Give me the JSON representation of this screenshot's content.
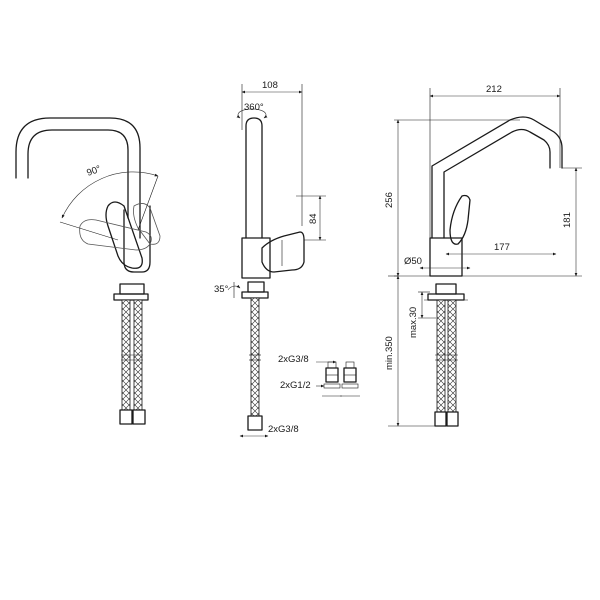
{
  "front_view": {
    "rotation_angle": "90°"
  },
  "side_view": {
    "width_dim": "108",
    "swivel_angle": "360°",
    "lever_height_dim": "84",
    "tilt_angle": "35°",
    "fitting_top": "2xG3/8",
    "fitting_mid": "2xG1/2",
    "fitting_bottom": "2xG3/8"
  },
  "right_view": {
    "reach_width_dim": "212",
    "total_height_dim": "256",
    "spout_height_dim": "181",
    "spout_reach_dim": "177",
    "base_diameter_dim": "Ø50",
    "deck_thickness_dim": "max.30",
    "hose_length_dim": "min.350"
  }
}
